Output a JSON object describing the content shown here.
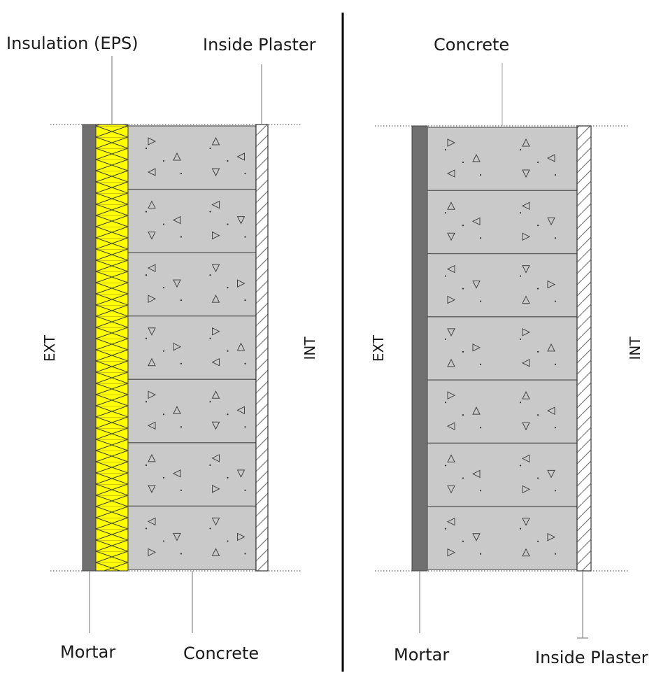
{
  "left_wall": {
    "labels": {
      "insulation": "Insulation (EPS)",
      "inside_plaster": "Inside Plaster",
      "mortar": "Mortar",
      "concrete": "Concrete",
      "exterior": "EXT",
      "interior": "INT"
    },
    "block_count": 7
  },
  "right_wall": {
    "labels": {
      "concrete": "Concrete",
      "mortar": "Mortar",
      "inside_plaster": "Inside Plaster",
      "exterior": "EXT",
      "interior": "INT"
    },
    "block_count": 7
  },
  "colors": {
    "insulation": "#ffff00",
    "concrete": "#c9c9c9",
    "mortar": "#707070",
    "outline": "#333333",
    "divider": "#000000"
  }
}
